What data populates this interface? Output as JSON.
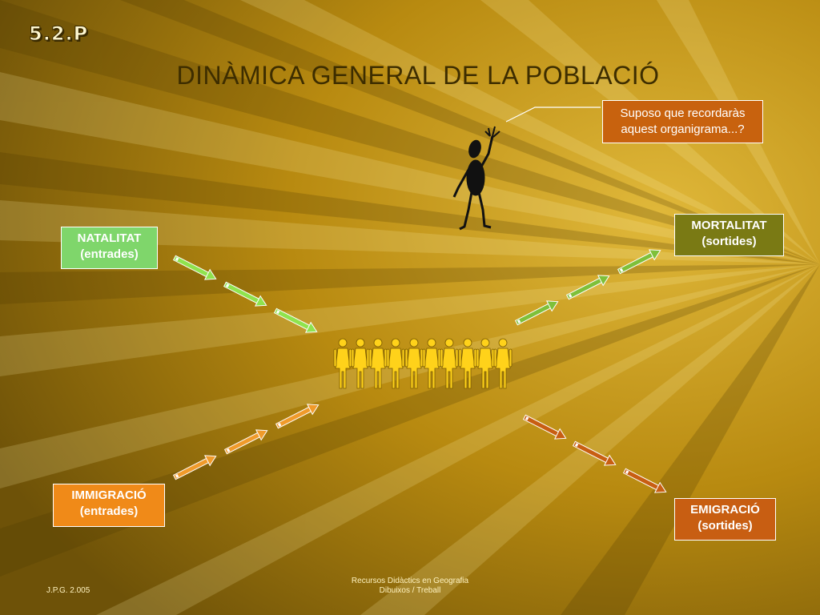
{
  "slide_number": "5.2.P",
  "title": "DINÀMICA GENERAL DE LA POBLACIÓ",
  "callout": {
    "line1": "Suposo que recordaràs",
    "line2": "aquest organigrama...?"
  },
  "boxes": {
    "natalitat": {
      "line1": "NATALITAT",
      "line2": "(entrades)"
    },
    "mortalitat": {
      "line1": "MORTALITAT",
      "line2": "(sortides)"
    },
    "immigracio": {
      "line1": "IMMIGRACIÓ",
      "line2": "(entrades)"
    },
    "emigracio": {
      "line1": "EMIGRACIÓ",
      "line2": "(sortides)"
    }
  },
  "footer": {
    "left": "J.P.G. 2.005",
    "center_line1": "Recursos Didàctics en Geografia",
    "center_line2": "Dibuixos / Treball"
  },
  "colors": {
    "natalitat": "#7fd66b",
    "mortalitat": "#7a7a14",
    "immigracio": "#f08a18",
    "emigracio": "#c85e12",
    "people": "#ffd21a"
  },
  "icons": [
    "waving-person-icon",
    "people-group-icon",
    "arrow-icon"
  ]
}
